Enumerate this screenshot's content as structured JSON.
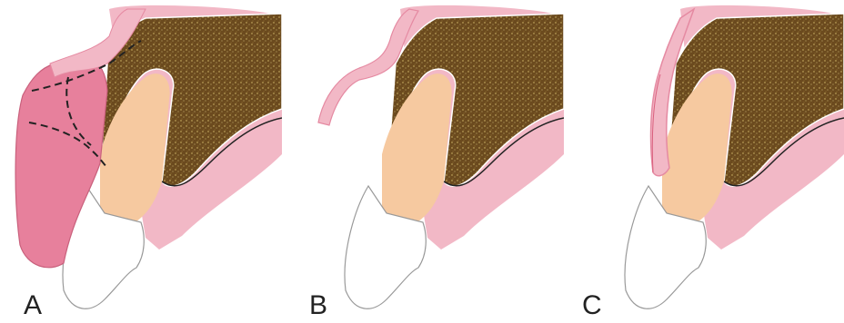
{
  "figure": {
    "panels": [
      {
        "label": "A"
      },
      {
        "label": "B"
      },
      {
        "label": "C"
      }
    ],
    "colors": {
      "bone": "#6b4a1e",
      "bone_speckle": "#d8c070",
      "gingiva": "#f2b8c6",
      "gingiva_dark": "#e58aa2",
      "flap": "#e7809c",
      "enamel": "#ffffff",
      "dentin": "#f6c9a0",
      "pulp_line": "#222222"
    }
  }
}
